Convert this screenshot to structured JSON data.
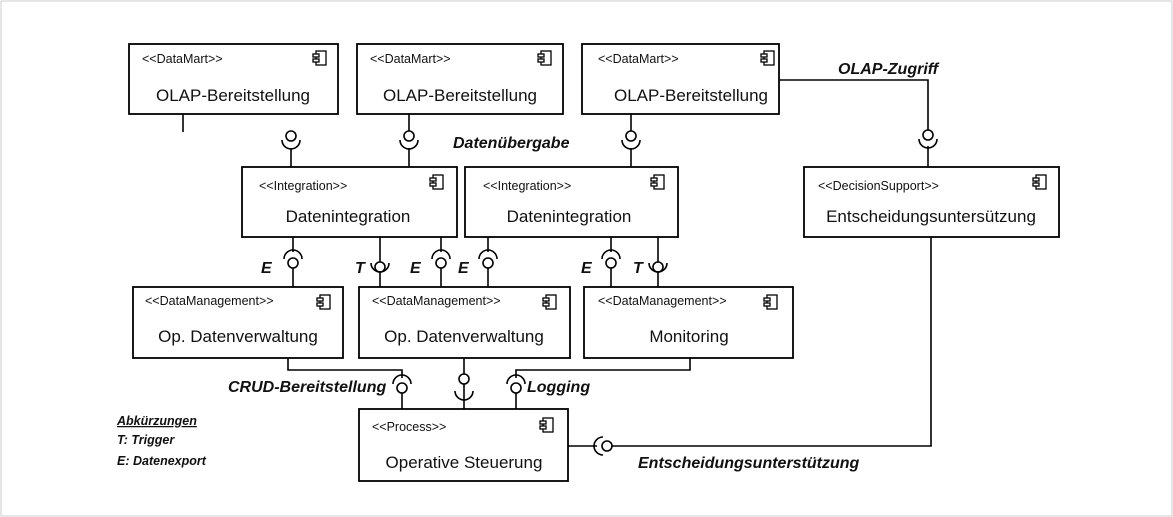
{
  "components": [
    {
      "stereotype": "<<DataMart>>",
      "name": "OLAP-Bereitstellung",
      "icon": "component-icon"
    },
    {
      "stereotype": "<<DataMart>>",
      "name": "OLAP-Bereitstellung",
      "icon": "component-icon"
    },
    {
      "stereotype": "<<DataMart>>",
      "name": "OLAP-Bereitstellung",
      "icon": "component-icon"
    },
    {
      "stereotype": "<<Integration>>",
      "name": "Datenintegration",
      "icon": "component-icon"
    },
    {
      "stereotype": "<<Integration>>",
      "name": "Datenintegration",
      "icon": "component-icon"
    },
    {
      "stereotype": "<<DecisionSupport>>",
      "name": "Entscheidungsuntersützung",
      "icon": "component-icon"
    },
    {
      "stereotype": "<<DataManagement>>",
      "name": "Op. Datenverwaltung",
      "icon": "component-icon"
    },
    {
      "stereotype": "<<DataManagement>>",
      "name": "Op. Datenverwaltung",
      "icon": "component-icon"
    },
    {
      "stereotype": "<<DataManagement>>",
      "name": "Monitoring",
      "icon": "component-icon"
    },
    {
      "stereotype": "<<Process>>",
      "name": "Operative Steuerung",
      "icon": "component-icon"
    }
  ],
  "interface_labels": {
    "olap_zugriff": "OLAP-Zugriff",
    "datenuebergabe": "Datenübergabe",
    "crud": "CRUD-Bereitstellung",
    "logging": "Logging",
    "entscheidung": "Entscheidungsunterstützung"
  },
  "trigger_labels": [
    "E",
    "T",
    "E",
    "E",
    "E",
    "T"
  ],
  "legend": {
    "title": "Abkürzungen",
    "items": [
      "T: Trigger",
      "E: Datenexport"
    ]
  }
}
